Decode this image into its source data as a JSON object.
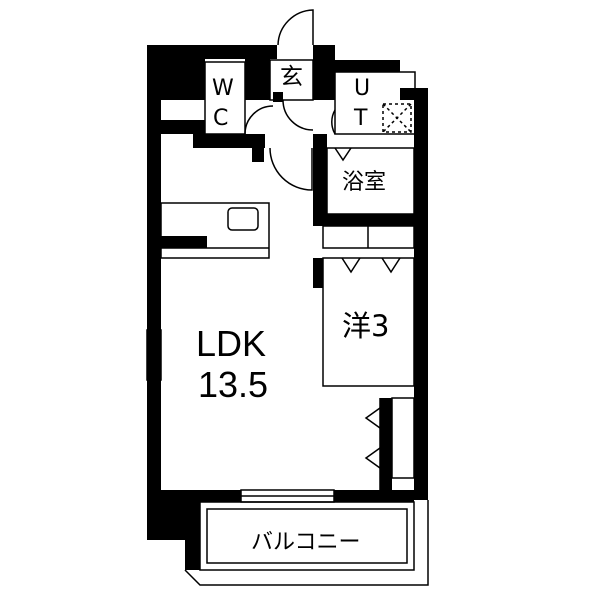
{
  "rooms": {
    "ldk_name": "LDK",
    "ldk_size": "13.5",
    "western_room": "洋3",
    "bathroom": "浴室",
    "entrance": "玄",
    "balcony": "バルコニー",
    "wc_top": "W",
    "wc_bottom": "C",
    "ut_top": "U",
    "ut_bottom": "T"
  },
  "colors": {
    "wall": "#000000",
    "floor": "#ffffff",
    "line": "#000000"
  }
}
